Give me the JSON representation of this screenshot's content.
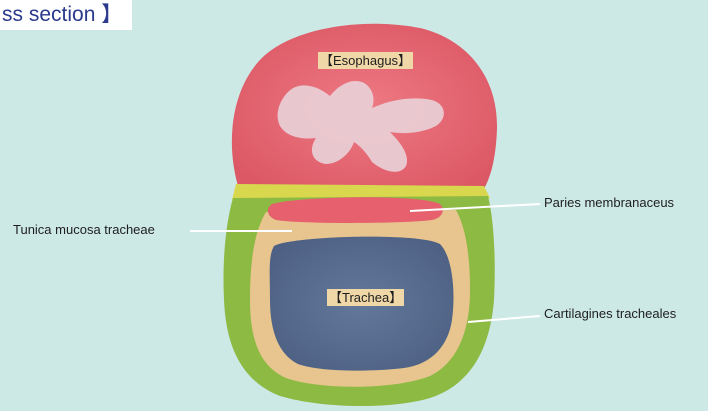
{
  "title": "ss section 】",
  "organ_tags": {
    "esophagus": "【Esophagus】",
    "trachea": "【Trachea】"
  },
  "labels": {
    "paries": "Paries membranaceus",
    "mucosa": "Tunica mucosa tracheae",
    "cartilagines": "Cartilagines tracheales"
  },
  "colors": {
    "background": "#cde9e6",
    "esophagus": "#e7636e",
    "cartilage": "#8dba43",
    "mucosa": "#e8c58f",
    "lumen": "#5a6e8e",
    "title_text": "#2a3a8c"
  }
}
